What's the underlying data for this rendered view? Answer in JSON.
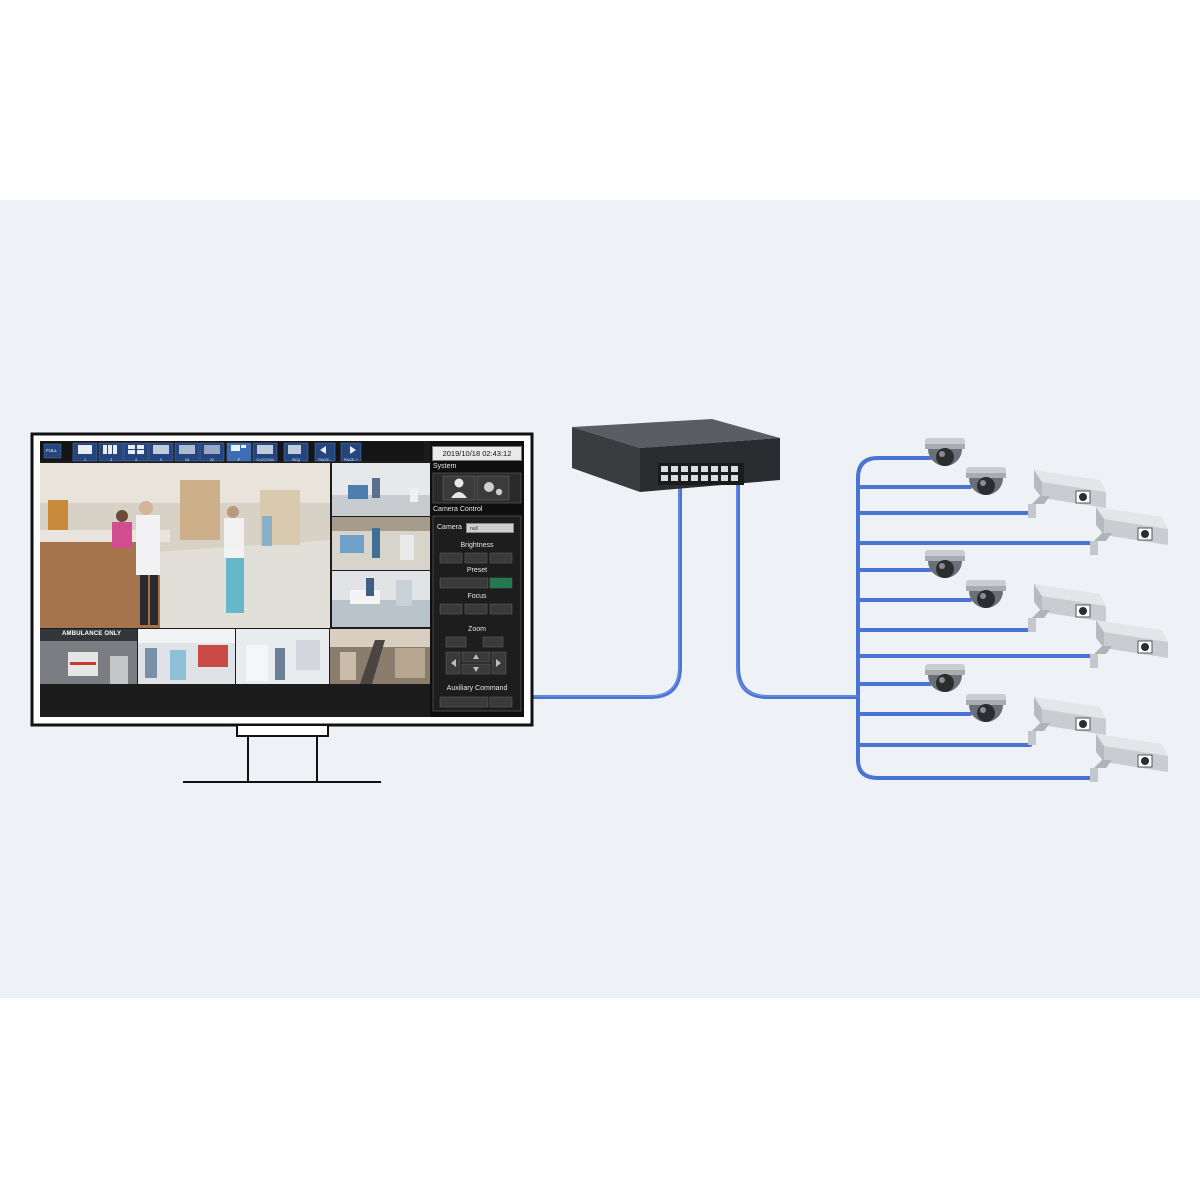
{
  "monitor": {
    "toolbar": {
      "full_label": "FULL",
      "layout_labels": [
        "1",
        "3",
        "4",
        "9",
        "16",
        "32",
        "P",
        "CUSTOM",
        "SEQ",
        "PAGE -",
        "PAGE +"
      ]
    },
    "datetime": "2019/10/18 02:43:12",
    "side_panel": {
      "system_label": "System",
      "camera_control_label": "Camera Control",
      "camera_field_label": "Camera",
      "camera_select_value": "null",
      "brightness_label": "Brightness",
      "preset_label": "Preset",
      "focus_label": "Focus",
      "zoom_label": "Zoom",
      "auxiliary_label": "Auxiliary Command"
    },
    "feeds": {
      "ambulance_sign": "AMBULANCE ONLY"
    }
  },
  "colors": {
    "cable": "#4a74d4",
    "cable_highlight": "#7fa0ea",
    "switch": "#2f3135",
    "camera_body": "#c9ccd0",
    "background_band": "#eef1f5",
    "screen_bg": "#1c1c1c",
    "toolbar_button": "#24457d"
  },
  "devices": {
    "switch_icon": "network-switch-icon",
    "dome_camera_icon": "dome-camera-icon",
    "box_camera_icon": "bullet-camera-icon",
    "monitor_icon": "monitor-icon"
  }
}
